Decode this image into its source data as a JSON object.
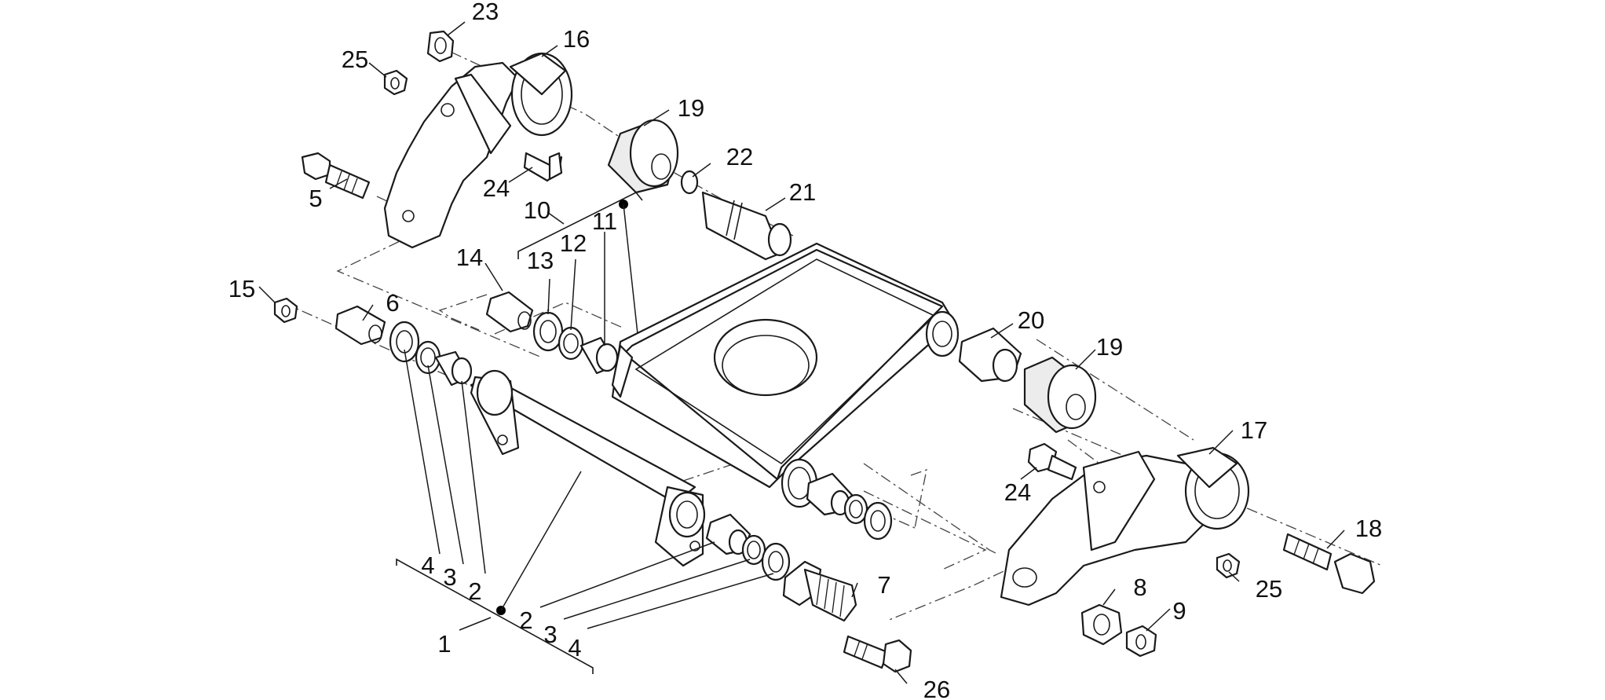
{
  "callouts": [
    {
      "label": "23"
    },
    {
      "label": "16"
    },
    {
      "label": "25"
    },
    {
      "label": "19"
    },
    {
      "label": "22"
    },
    {
      "label": "21"
    },
    {
      "label": "24"
    },
    {
      "label": "5"
    },
    {
      "label": "10"
    },
    {
      "label": "11"
    },
    {
      "label": "12"
    },
    {
      "label": "13"
    },
    {
      "label": "14"
    },
    {
      "label": "15"
    },
    {
      "label": "6"
    },
    {
      "label": "20"
    },
    {
      "label": "19"
    },
    {
      "label": "17"
    },
    {
      "label": "24"
    },
    {
      "label": "18"
    },
    {
      "label": "25"
    },
    {
      "label": "7"
    },
    {
      "label": "8"
    },
    {
      "label": "9"
    },
    {
      "label": "4"
    },
    {
      "label": "3"
    },
    {
      "label": "2"
    },
    {
      "label": "2"
    },
    {
      "label": "3"
    },
    {
      "label": "4"
    },
    {
      "label": "1"
    },
    {
      "label": "26"
    }
  ]
}
